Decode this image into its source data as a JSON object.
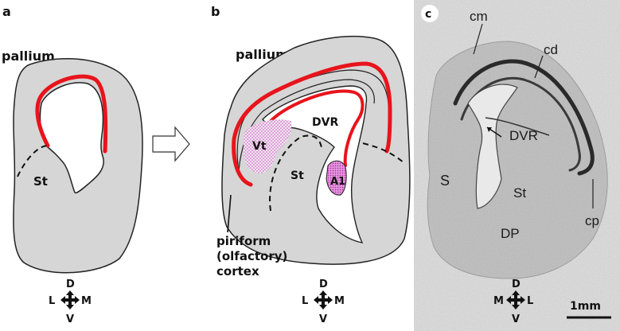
{
  "panels": {
    "a": {
      "letter": "a",
      "pallium_label": "pallium",
      "striatum_label": "St",
      "compass": {
        "up": "D",
        "down": "V",
        "left": "L",
        "right": "M"
      }
    },
    "b": {
      "letter": "b",
      "pallium_label": "pallium",
      "dvr_label": "DVR",
      "vt_label": "Vt",
      "striatum_label": "St",
      "a1_label": "A1",
      "piriform_line1": "piriform",
      "piriform_line2": "(olfactory)",
      "piriform_line3": "cortex",
      "compass": {
        "up": "D",
        "down": "V",
        "left": "L",
        "right": "M"
      }
    },
    "c": {
      "letter": "c",
      "cm_label": "cm",
      "cd_label": "cd",
      "dvr_label": "DVR",
      "s_label": "S",
      "st_label": "St",
      "dp_label": "DP",
      "cp_label": "cp",
      "scale_label": "1mm",
      "compass": {
        "up": "D",
        "down": "V",
        "left": "M",
        "right": "L"
      }
    }
  },
  "colors": {
    "tissue_fill": "#d6d6d6",
    "cortex_red": "#e8141c",
    "dots_pink": "#e080d0",
    "photo_bg": "#dcdcdc"
  }
}
